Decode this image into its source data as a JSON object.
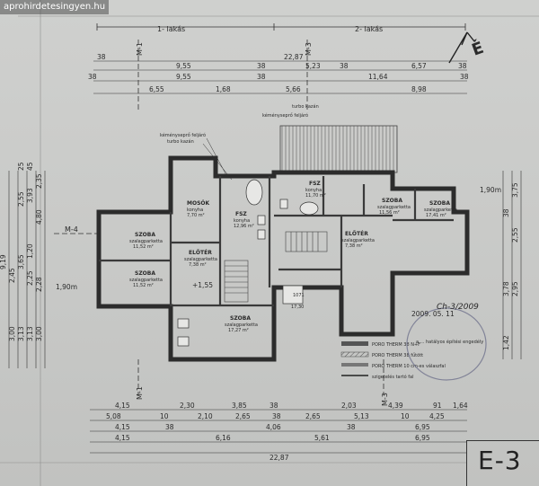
{
  "watermark": "aprohirdetesingyen.hu",
  "sheet_id": "E-3",
  "units": {
    "left": "1- lakás",
    "right": "2- lakás"
  },
  "section_labels": {
    "top_a": "M-1",
    "top_b": "M-3",
    "bottom_a": "M-1",
    "bottom_b": "M-3",
    "left_a": "M-4"
  },
  "north_label": "É",
  "callouts": {
    "turbo_top": "turbo kazán",
    "chimney_top": "kéményseprő feljáró",
    "chimney_left": "kéményseprő feljáró",
    "turbo_left": "turbo kazán"
  },
  "rooms": [
    {
      "name": "MOSÓK",
      "sub": "konyha",
      "area": "7,70 m²"
    },
    {
      "name": "FSZ",
      "sub": "konyha",
      "area": "12,96 m²"
    },
    {
      "name": "SZOBA",
      "sub": "szalagparketta",
      "area": "11,52 m²"
    },
    {
      "name": "ELŐTÉR",
      "sub": "szalagparketta",
      "area": "7,38 m²"
    },
    {
      "name": "SZOBA",
      "sub": "szalagparketta",
      "area": "11,52 m²"
    },
    {
      "name": "SZOBA",
      "sub": "szalagparketta",
      "area": "17,27 m²"
    },
    {
      "name": "FSZ",
      "sub": "konyha",
      "area": "11,70 m²"
    },
    {
      "name": "SZOBA",
      "sub": "szalagparketta",
      "area": "11,56 m²"
    },
    {
      "name": "SZOBA",
      "sub": "szalagparketta",
      "area": "17,41 m²"
    },
    {
      "name": "ELŐTÉR",
      "sub": "szalagparketta",
      "area": "7,38 m²"
    }
  ],
  "notes": {
    "level_mark": "+1,55",
    "room_tag": "17,30",
    "room_tag_top": "1071"
  },
  "top_dims": {
    "row1": [
      "38",
      "22,87"
    ],
    "row2": [
      "9,55",
      "38",
      "5,23",
      "38",
      "6,57",
      "38"
    ],
    "row3": [
      "38",
      "9,55",
      "38",
      "11,64",
      "38"
    ],
    "row4": [
      "6,55",
      "1,68",
      "5,66",
      "8,98"
    ]
  },
  "bottom_dims": {
    "row1": [
      "4,15",
      "2,30",
      "3,85",
      "38",
      "2,03",
      "4,39",
      "91",
      "1,64"
    ],
    "row2": [
      "5,08",
      "10",
      "2,10",
      "2,65",
      "38",
      "2,65",
      "5,13",
      "10",
      "4,25"
    ],
    "row3": [
      "4,15",
      "38",
      "4,06",
      "38",
      "6,95"
    ],
    "row4": [
      "4,15",
      "6,16",
      "5,61",
      "6,95"
    ],
    "row5": [
      "22,87"
    ]
  },
  "left_dims": [
    "2,35",
    "45",
    "25",
    "3,93",
    "2,55",
    "4,80",
    "2,45",
    "1,20",
    "3,65",
    "2,25",
    "2,28",
    "1,90m",
    "3,00",
    "3,13",
    "3,13",
    "3,00",
    "9,19"
  ],
  "right_dims": [
    "1,90m",
    "3,75",
    "38",
    "2,55",
    "3,78",
    "2,95",
    "1,42"
  ],
  "legend": [
    "PORO THERM 38 N+F",
    "PORO THERM 38 fűtött",
    "PORO THERM 10 cm-es válaszfal",
    "szigetelés tartó fal"
  ],
  "stamp": {
    "date": "2009. 05. 11",
    "text": "a ... hatályos építési engedély",
    "sign": "Ch-3/2009"
  }
}
